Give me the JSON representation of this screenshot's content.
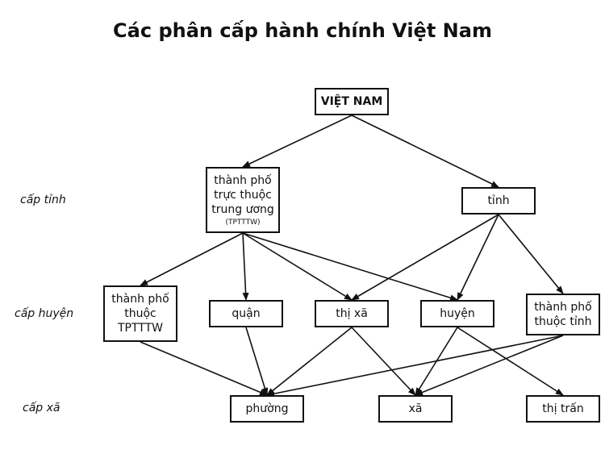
{
  "title": "Các phân cấp hành chính Việt Nam",
  "levels": {
    "province": "cấp tỉnh",
    "district": "cấp huyện",
    "commune": "cấp xã"
  },
  "nodes": {
    "vietnam": {
      "label": "VIỆT NAM"
    },
    "tptw": {
      "label": "thành phố\ntrực thuộc\ntrung ương",
      "sub": "(TPTTTW)"
    },
    "tinh": {
      "label": "tỉnh"
    },
    "tp_thuoc_tptw": {
      "label": "thành phố\nthuộc\nTPTTTW"
    },
    "quan": {
      "label": "quận"
    },
    "thi_xa": {
      "label": "thị xã"
    },
    "huyen": {
      "label": "huyện"
    },
    "tp_thuoc_tinh": {
      "label": "thành phố\nthuộc tỉnh"
    },
    "phuong": {
      "label": "phường"
    },
    "xa": {
      "label": "xã"
    },
    "thi_tran": {
      "label": "thị trấn"
    }
  },
  "edges": [
    [
      "vietnam",
      "tptw"
    ],
    [
      "vietnam",
      "tinh"
    ],
    [
      "tptw",
      "tp_thuoc_tptw"
    ],
    [
      "tptw",
      "quan"
    ],
    [
      "tptw",
      "thi_xa"
    ],
    [
      "tptw",
      "huyen"
    ],
    [
      "tinh",
      "thi_xa"
    ],
    [
      "tinh",
      "huyen"
    ],
    [
      "tinh",
      "tp_thuoc_tinh"
    ],
    [
      "tp_thuoc_tptw",
      "phuong"
    ],
    [
      "quan",
      "phuong"
    ],
    [
      "thi_xa",
      "phuong"
    ],
    [
      "thi_xa",
      "xa"
    ],
    [
      "huyen",
      "xa"
    ],
    [
      "huyen",
      "thi_tran"
    ],
    [
      "tp_thuoc_tinh",
      "phuong"
    ],
    [
      "tp_thuoc_tinh",
      "xa"
    ]
  ]
}
